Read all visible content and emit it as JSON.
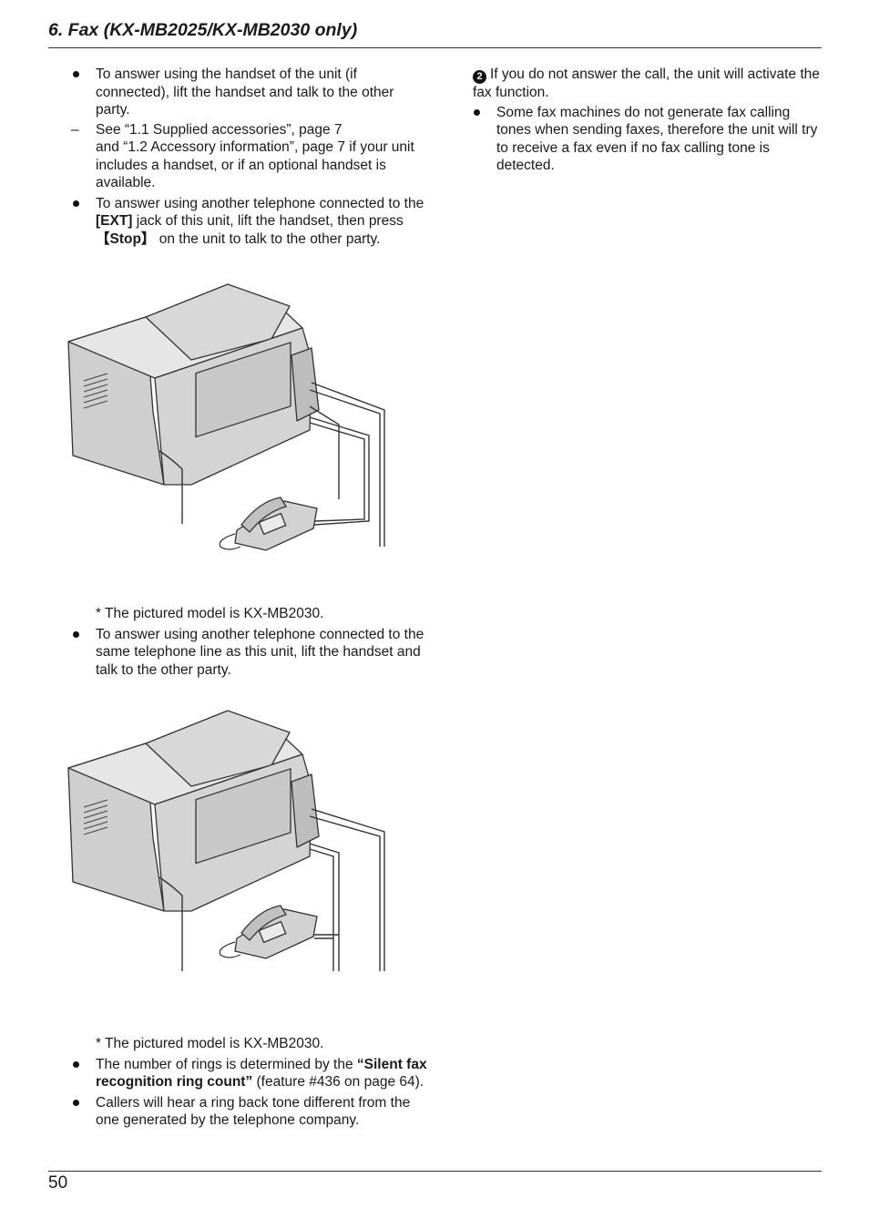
{
  "header": {
    "title": "6. Fax (KX-MB2025/KX-MB2030 only)"
  },
  "left": {
    "b1": "To answer using the handset of the unit (if connected), lift the handset and talk to the other party.",
    "dash_mark": "–",
    "d1": {
      "a": "See “1.1  Supplied accessories”, page 7",
      "b": "and “1.2  Accessory information”, page 7 if your unit includes a handset, or if an optional handset is available."
    },
    "b2": {
      "a": "To answer using another telephone connected to the ",
      "ext": "[EXT]",
      "b": " jack of this unit, lift the handset, then press ",
      "stop": "【Stop】",
      "c": " on the unit to talk to the other party."
    },
    "note1": "* The pictured model is KX-MB2030.",
    "b3": "To answer using another telephone connected to the same telephone line as this unit, lift the handset and talk to the other party.",
    "note2": "* The pictured model is KX-MB2030.",
    "b4": {
      "a": "The number of rings is determined by the ",
      "bold": "“Silent fax recognition ring count”",
      "b": " (feature #436 on page 64)."
    },
    "b5": "Callers will hear a ring back tone different from the one generated by the telephone company."
  },
  "right": {
    "step_number": "2",
    "p1": "If you do not answer the call, the unit will activate the fax function.",
    "b1": "Some fax machines do not generate fax calling tones when sending faxes, therefore the unit will try to receive a fax even if no fax calling tone is detected."
  },
  "footer": {
    "page_number": "50"
  }
}
